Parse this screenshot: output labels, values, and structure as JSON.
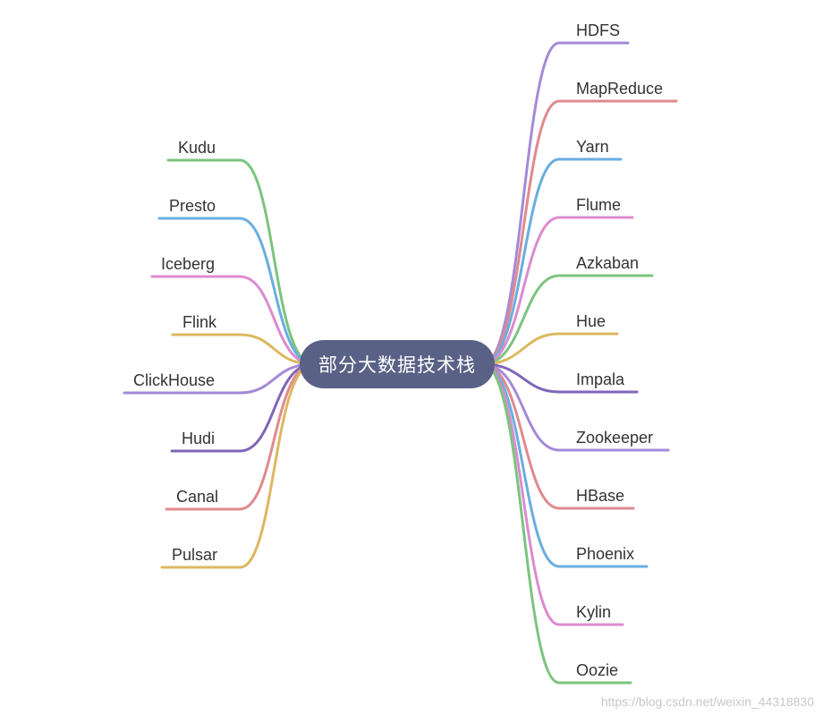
{
  "center": {
    "label": "部分大数据技术栈"
  },
  "colors": {
    "center_fill": "#5a6186",
    "purple": "#a48ad8",
    "red": "#e08a8e",
    "blue": "#6aaee0",
    "pink": "#dc8bcf",
    "green": "#7cc47f",
    "yellow": "#dcb860",
    "indigo": "#7e67b8"
  },
  "right_branches": [
    {
      "label": "HDFS",
      "color": "#a48ad8"
    },
    {
      "label": "MapReduce",
      "color": "#e08a8e"
    },
    {
      "label": "Yarn",
      "color": "#6aaee0"
    },
    {
      "label": "Flume",
      "color": "#dc8bcf"
    },
    {
      "label": "Azkaban",
      "color": "#7cc47f"
    },
    {
      "label": "Hue",
      "color": "#dcb860"
    },
    {
      "label": "Impala",
      "color": "#7e67b8"
    },
    {
      "label": "Zookeeper",
      "color": "#a48ad8"
    },
    {
      "label": "HBase",
      "color": "#e08a8e"
    },
    {
      "label": "Phoenix",
      "color": "#6aaee0"
    },
    {
      "label": "Kylin",
      "color": "#dc8bcf"
    },
    {
      "label": "Oozie",
      "color": "#7cc47f"
    }
  ],
  "left_branches": [
    {
      "label": "Kudu",
      "color": "#7cc47f"
    },
    {
      "label": "Presto",
      "color": "#6aaee0"
    },
    {
      "label": "Iceberg",
      "color": "#dc8bcf"
    },
    {
      "label": "Flink",
      "color": "#dcb860"
    },
    {
      "label": "ClickHouse",
      "color": "#a48ad8"
    },
    {
      "label": "Hudi",
      "color": "#7e67b8"
    },
    {
      "label": "Canal",
      "color": "#e08a8e"
    },
    {
      "label": "Pulsar",
      "color": "#dcb860"
    }
  ],
  "watermark": "https://blog.csdn.net/weixin_44318830"
}
